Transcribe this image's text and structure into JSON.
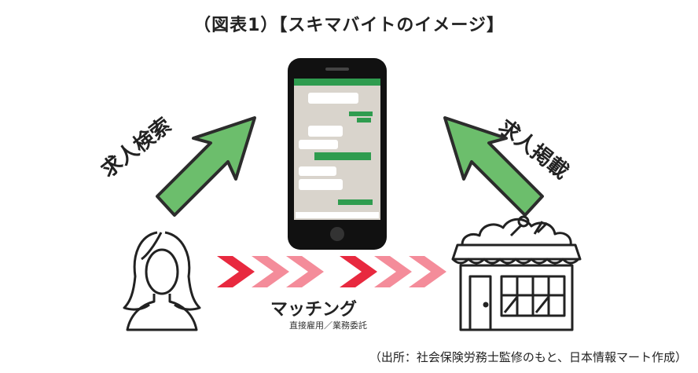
{
  "title": "（図表1）【スキマバイトのイメージ】",
  "labels": {
    "job_search": "求人検索",
    "job_posting": "求人掲載",
    "matching": "マッチング",
    "matching_sub": "直接雇用／業務委託"
  },
  "source": "（出所：社会保険労務士監修のもと、日本情報マート作成）",
  "colors": {
    "arrow_green": "#6cbe6c",
    "chevron_red": "#e8293f",
    "chevron_pink": "#f48c9a",
    "chat_green": "#2f9c4f"
  },
  "icons": {
    "phone": "smartphone-icon",
    "person": "person-icon",
    "store": "store-icon"
  }
}
